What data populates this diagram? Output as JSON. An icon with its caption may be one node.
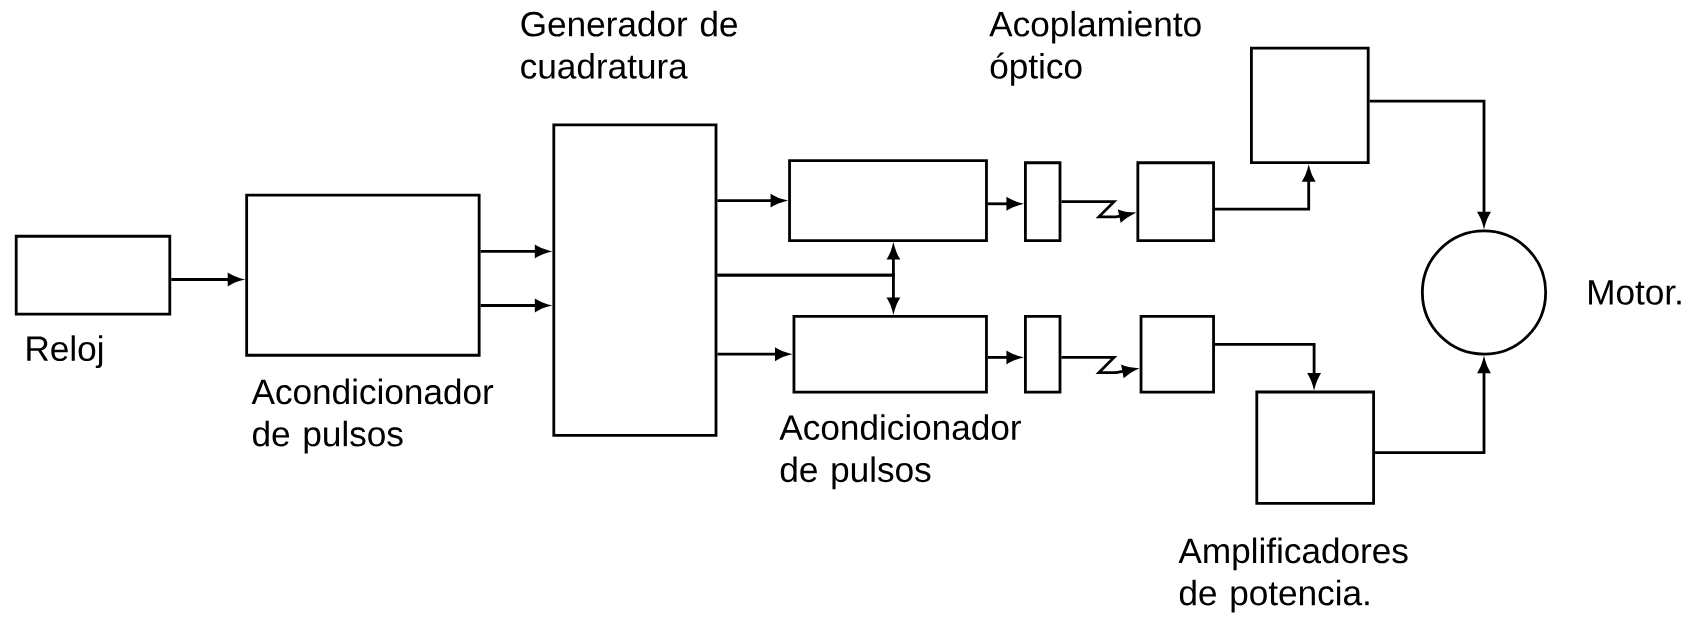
{
  "diagram": {
    "nodes": [
      {
        "text": [
          "Reloj"
        ]
      },
      {
        "text": [
          "Acondicionador de pulsos"
        ]
      },
      {
        "text": [
          "Generador de cuadratura"
        ]
      },
      {
        "text": [],
        "shape": "box"
      },
      {
        "text": [
          "Acondicionador de pulsos"
        ]
      },
      {
        "text": [],
        "shape": "box"
      },
      {
        "text": [],
        "shape": "box"
      },
      {
        "text": [],
        "shape": "box"
      },
      {
        "text": [],
        "shape": "box"
      },
      {
        "text": [],
        "shape": "box"
      },
      {
        "text": [
          "Amplificadores de potencia."
        ]
      },
      {
        "text": [],
        "shape": "circle",
        "beside": [
          "Motor."
        ]
      }
    ],
    "edges": [
      {
        "from": 0,
        "to": 1,
        "arrow": "to"
      },
      {
        "from": 1,
        "to": 2,
        "arrow": "to"
      },
      {
        "from": 1,
        "to": 2,
        "arrow": "to"
      },
      {
        "from": 2,
        "to": 3,
        "arrow": "to"
      },
      {
        "from": 2,
        "to": 4,
        "arrow": "to"
      },
      {
        "from": 2,
        "to": 3,
        "arrow": "to"
      },
      {
        "from": 2,
        "to": 4,
        "arrow": "to"
      },
      {
        "from": 3,
        "to": 5,
        "arrow": "to"
      },
      {
        "from": 4,
        "to": 6,
        "arrow": "to"
      },
      {
        "from": 5,
        "to": 7,
        "arrow": "to"
      },
      {
        "from": 6,
        "to": 8,
        "arrow": "to"
      },
      {
        "from": 7,
        "to": 9,
        "arrow": "to"
      },
      {
        "from": 8,
        "to": 10,
        "arrow": "to"
      },
      {
        "from": 9,
        "to": 11,
        "arrow": "to"
      },
      {
        "from": 10,
        "to": 11,
        "arrow": "to"
      }
    ],
    "labels": [
      "Acoplamiento óptico"
    ]
  }
}
